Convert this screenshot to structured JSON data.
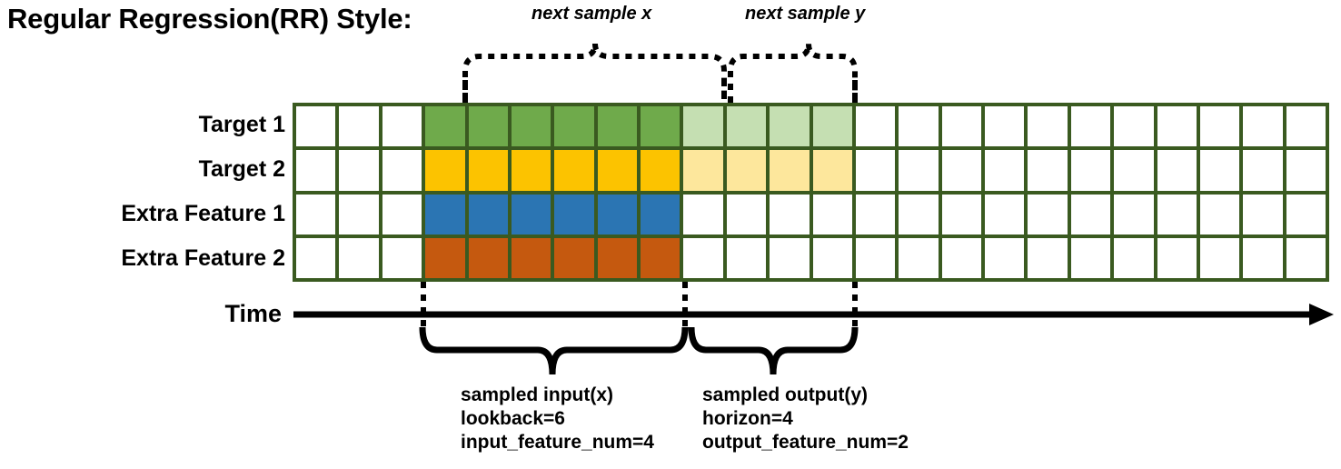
{
  "title": "Regular Regression(RR) Style:",
  "rows": [
    {
      "label": "Target 1",
      "color_key": "green"
    },
    {
      "label": "Target 2",
      "color_key": "yellow"
    },
    {
      "label": "Extra Feature 1",
      "color_key": "blue"
    },
    {
      "label": "Extra Feature 2",
      "color_key": "orange"
    }
  ],
  "axis": {
    "label": "Time"
  },
  "annotations": {
    "top_left": "next sample x",
    "top_right": "next sample y",
    "bottom_left": {
      "line1": "sampled input(x)",
      "line2": "lookback=6",
      "line3": "input_feature_num=4"
    },
    "bottom_right": {
      "line1": "sampled output(y)",
      "line2": "horizon=4",
      "line3": "output_feature_num=2"
    }
  },
  "colors": {
    "grid_border": "#3a5a20",
    "empty": "#ffffff",
    "green": "#6faa4b",
    "green_light": "#c5dfb2",
    "yellow": "#fcc300",
    "yellow_light": "#fde79c",
    "blue": "#2b75b3",
    "orange": "#c5590f",
    "axis": "#000000"
  },
  "chart_data": {
    "type": "heatmap",
    "title": "Regular Regression(RR) Style:",
    "xlabel": "Time",
    "columns_total": 24,
    "input_start_col": 3,
    "lookback": 6,
    "horizon": 4,
    "input_feature_num": 4,
    "output_feature_num": 2,
    "row_names": [
      "Target 1",
      "Target 2",
      "Extra Feature 1",
      "Extra Feature 2"
    ],
    "grid": [
      [
        "empty",
        "empty",
        "empty",
        "green",
        "green",
        "green",
        "green",
        "green",
        "green",
        "green_light",
        "green_light",
        "green_light",
        "green_light",
        "empty",
        "empty",
        "empty",
        "empty",
        "empty",
        "empty",
        "empty",
        "empty",
        "empty",
        "empty",
        "empty"
      ],
      [
        "empty",
        "empty",
        "empty",
        "yellow",
        "yellow",
        "yellow",
        "yellow",
        "yellow",
        "yellow",
        "yellow_light",
        "yellow_light",
        "yellow_light",
        "yellow_light",
        "empty",
        "empty",
        "empty",
        "empty",
        "empty",
        "empty",
        "empty",
        "empty",
        "empty",
        "empty",
        "empty"
      ],
      [
        "empty",
        "empty",
        "empty",
        "blue",
        "blue",
        "blue",
        "blue",
        "blue",
        "blue",
        "empty",
        "empty",
        "empty",
        "empty",
        "empty",
        "empty",
        "empty",
        "empty",
        "empty",
        "empty",
        "empty",
        "empty",
        "empty",
        "empty",
        "empty"
      ],
      [
        "empty",
        "empty",
        "empty",
        "orange",
        "orange",
        "orange",
        "orange",
        "orange",
        "orange",
        "empty",
        "empty",
        "empty",
        "empty",
        "empty",
        "empty",
        "empty",
        "empty",
        "empty",
        "empty",
        "empty",
        "empty",
        "empty",
        "empty",
        "empty"
      ]
    ]
  }
}
